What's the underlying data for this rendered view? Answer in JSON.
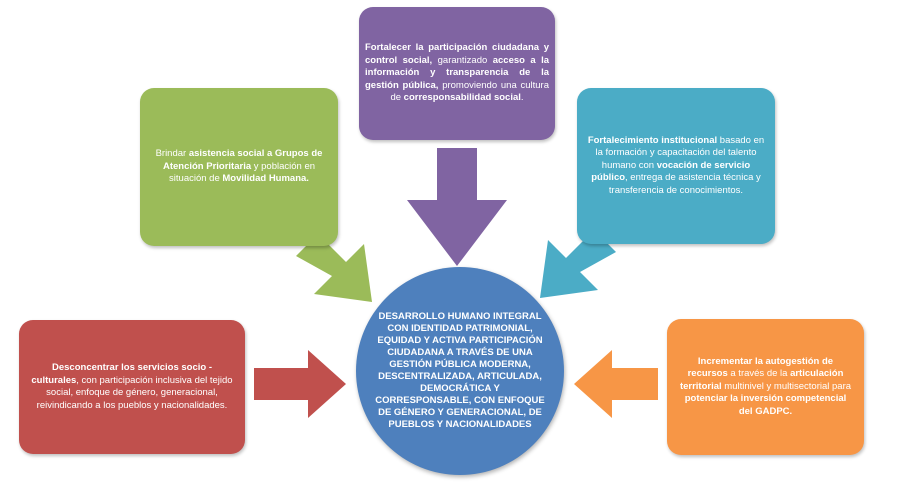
{
  "colors": {
    "top": "#8064a2",
    "left": "#9bbb59",
    "right": "#4bacc6",
    "bottom_left": "#c0504d",
    "bottom_right": "#f79646",
    "center": "#4e80bd"
  },
  "center": {
    "text": "DESARROLLO HUMANO INTEGRAL CON IDENTIDAD PATRIMONIAL, EQUIDAD Y ACTIVA PARTICIPACIÓN CIUDADANA A TRAVÉS DE UNA GESTIÓN PÚBLICA MODERNA, DESCENTRALIZADA, ARTICULADA, DEMOCRÁTICA Y CORRESPONSABLE, CON ENFOQUE DE GÉNERO Y GENERACIONAL, DE PUEBLOS Y NACIONALIDADES"
  },
  "top": {
    "b1": "Fortalecer la participación ciudadana y control social,",
    "t1": " garantizado",
    "b2": "acceso a la información y transparencia de la gestión pública,",
    "t2": " promoviendo una cultura de ",
    "b3": "corresponsabilidad social",
    "t3": "."
  },
  "left": {
    "t1": "Brindar ",
    "b1": "asistencia social a Grupos de Atención Prioritaria",
    "t2": " y población en situación de ",
    "b2": "Movilidad Humana."
  },
  "right": {
    "b1": "Fortalecimiento institucional",
    "t1": " basado en la formación y capacitación del talento humano con ",
    "b2": "vocación de servicio público",
    "t2": ", entrega de asistencia técnica y transferencia de conocimientos."
  },
  "bottom_left": {
    "b1": "Desconcentrar los servicios socio - culturales",
    "t1": ", con participación inclusiva del tejido social, enfoque de género, generacional, reivindicando a los pueblos y nacionalidades."
  },
  "bottom_right": {
    "b1": "Incrementar la autogestión de recursos",
    "t1": " a través de la ",
    "b2": "articulación territorial",
    "t2": " multinivel y multisectorial para ",
    "b3": "potenciar la inversión competencial del GADPC."
  }
}
